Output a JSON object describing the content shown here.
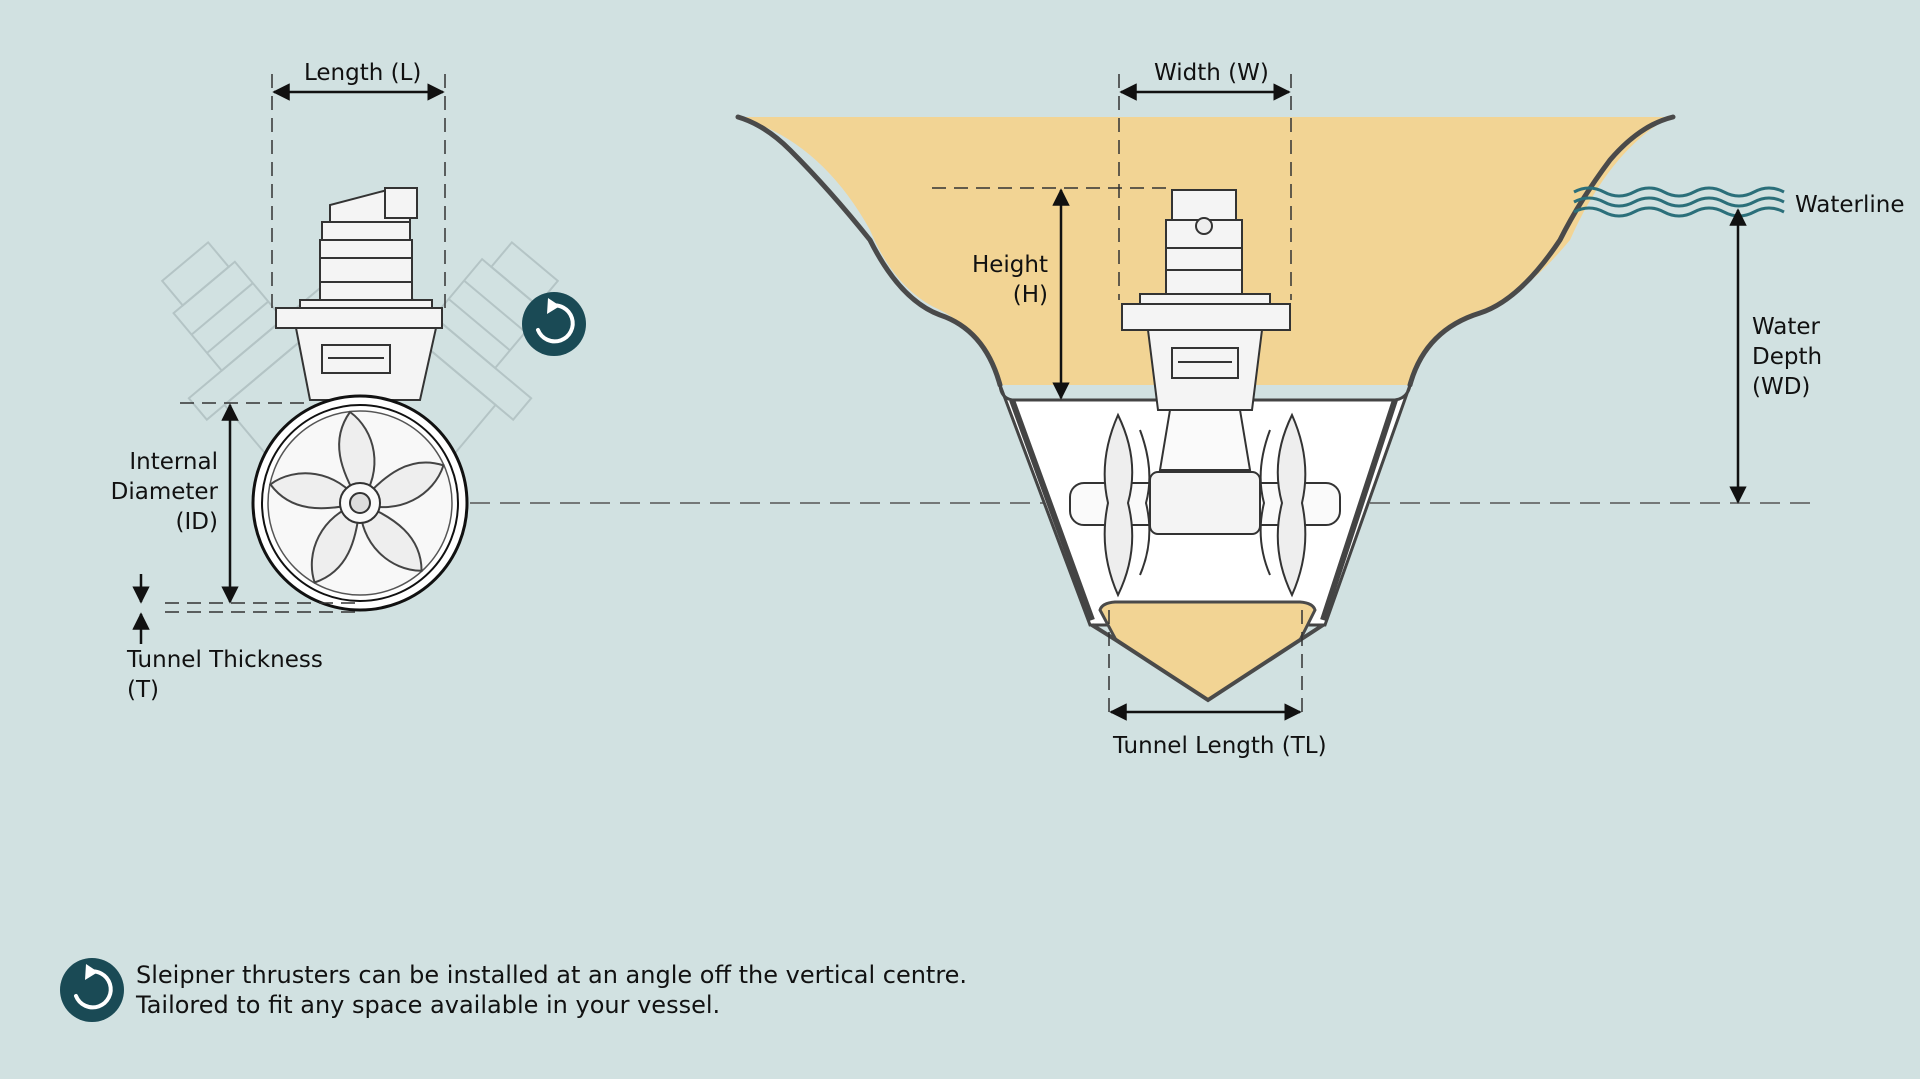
{
  "labels": {
    "length": "Length (L)",
    "width": "Width (W)",
    "waterline": "Waterline",
    "height": [
      "Height",
      "(H)"
    ],
    "water_depth": [
      "Water",
      "Depth",
      "(WD)"
    ],
    "internal_diameter": [
      "Internal",
      "Diameter",
      "(ID)"
    ],
    "tunnel_thickness": [
      "Tunnel Thickness",
      "(T)"
    ],
    "tunnel_length": "Tunnel Length (TL)"
  },
  "note": {
    "line1": "Sleipner thrusters can be installed at an angle off the vertical centre.",
    "line2": "Tailored to fit any space available in your vessel."
  },
  "icons": [
    "rotate-icon"
  ],
  "colors": {
    "background": "#d1e1e1",
    "hull_fill": "#f2d494",
    "icon_fill": "#1a4a55",
    "line": "#111111",
    "water_lines": "#2b6f7a"
  }
}
